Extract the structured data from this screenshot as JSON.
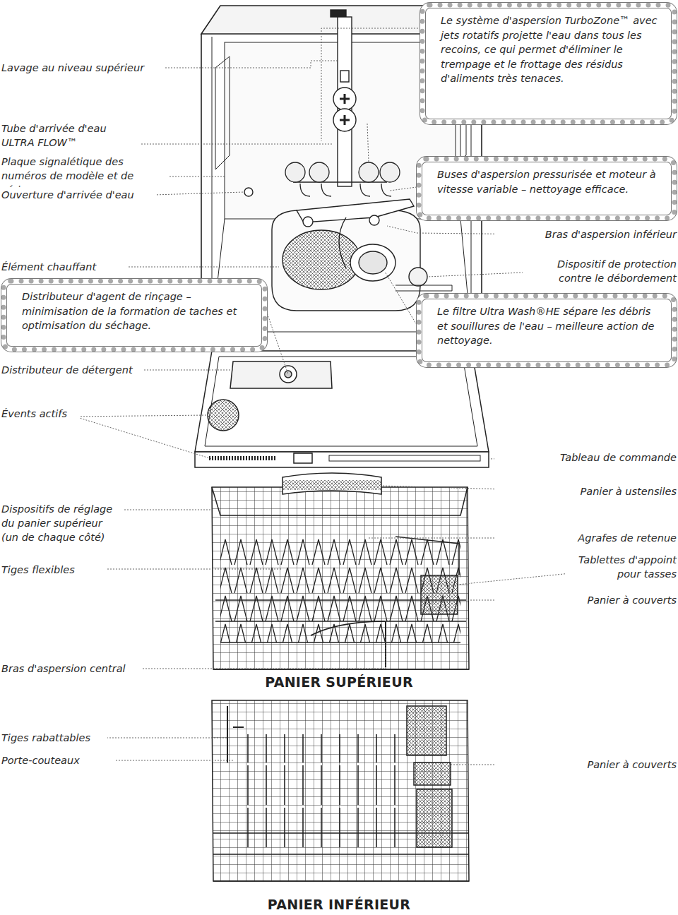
{
  "diagram": {
    "nodes": [
      {
        "text": [
          "Le système d'aspersion TurboZone™ avec jets rotatifs projette l'eau dans tous les recoins, ce qui permet d'éliminer le trempage et le frottage des résidus d'aliments très tenaces."
        ]
      },
      {
        "text": [
          "Buses d'aspersion pressurisée et moteur à vitesse variable – nettoyage efficace."
        ]
      },
      {
        "text": [
          "Distributeur d'agent de rinçage – minimisation de la formation de taches et optimisation du séchage."
        ]
      },
      {
        "text": [
          "Le filtre Ultra Wash®HE sépare les débris et souillures de l'eau – meilleure action de nettoyage."
        ]
      }
    ],
    "labels": [
      "Lavage au niveau supérieur",
      "Tube d'arrivée d'eau ULTRA FLOW™",
      "Plaque signalétique des numéros de modèle et de série",
      "Ouverture d'arrivée d'eau",
      "Bras d'aspersion inférieur",
      "Élément chauffant",
      "Dispositif de protection contre le débordement",
      "Distributeur de détergent",
      "Évents actifs",
      "Tableau de commande",
      "Panier à ustensiles",
      "Dispositifs de réglage du panier supérieur (un de chaque côté)",
      "Agrafes de retenue",
      "Tiges flexibles",
      "Tablettes d'appoint pour tasses",
      "Panier à couverts",
      "Bras d'aspersion central",
      "PANIER SUPÉRIEUR",
      "Tiges rabattables",
      "Porte-couteaux",
      "Panier à couverts",
      "PANIER INFÉRIEUR"
    ]
  }
}
